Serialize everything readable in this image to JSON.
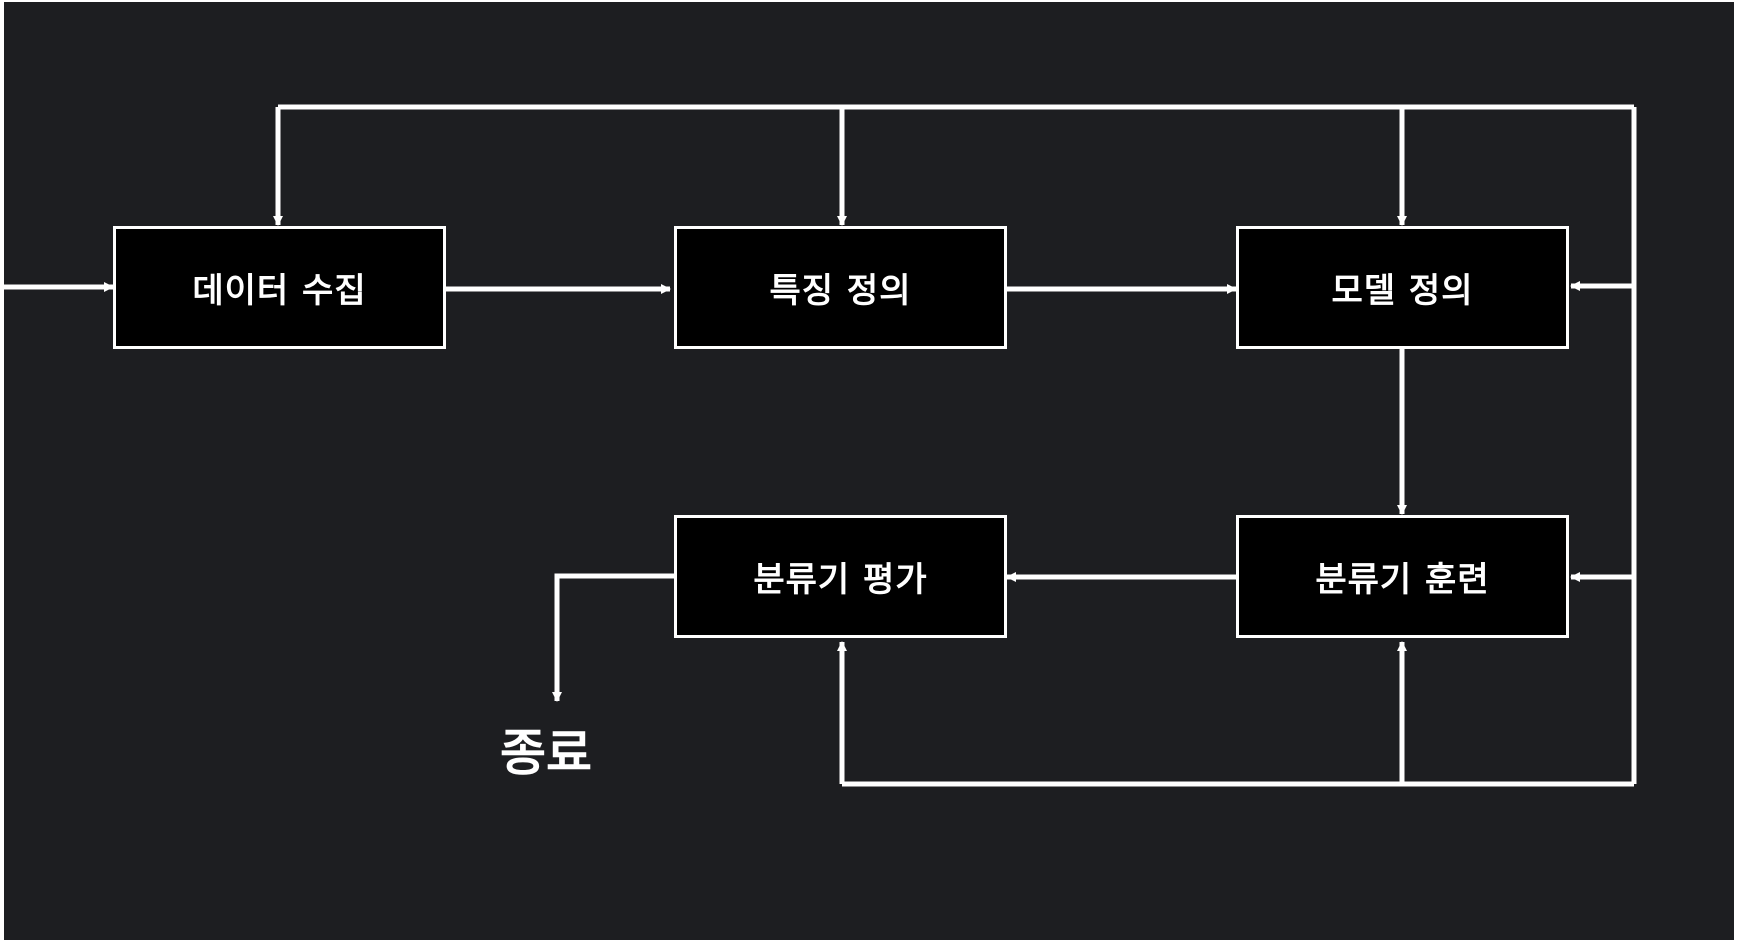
{
  "diagram": {
    "nodes": [
      {
        "id": "collect",
        "label": "데이터 수집"
      },
      {
        "id": "feature",
        "label": "특징 정의"
      },
      {
        "id": "model",
        "label": "모델 정의"
      },
      {
        "id": "train",
        "label": "분류기 훈련"
      },
      {
        "id": "evaluate",
        "label": "분류기 평가"
      }
    ],
    "end_label": "종료",
    "colors": {
      "background": "#1d1e21",
      "node_fill": "#000000",
      "stroke": "#ffffff",
      "text": "#ffffff"
    }
  }
}
